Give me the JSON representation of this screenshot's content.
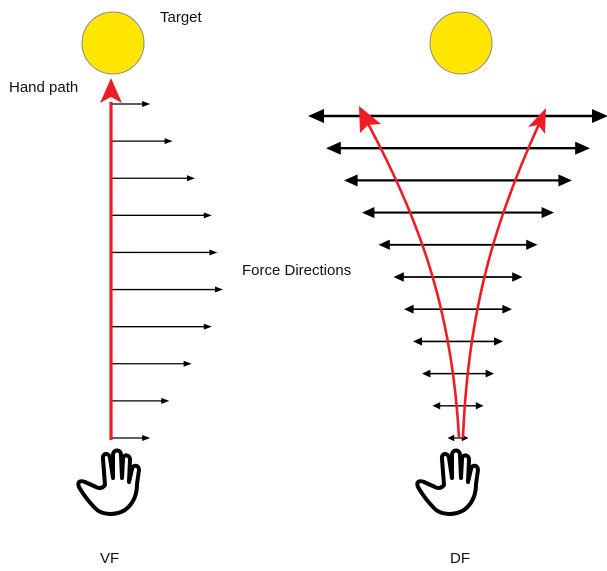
{
  "labels": {
    "target": "Target",
    "hand_path": "Hand path",
    "force_directions": "Force Directions",
    "left_panel": "VF",
    "right_panel": "DF"
  },
  "colors": {
    "target_fill": "#ffe600",
    "target_stroke": "#8a8a8a",
    "hand_path": "#ee1c25",
    "force_arrow": "#000000",
    "hand_outline": "#000000"
  },
  "icons": {
    "target": "yellow-circle",
    "hand": "open-hand-outline"
  },
  "panels": {
    "vf": {
      "name": "VF",
      "force_type": "velocity-dependent, one-directional rightward",
      "force_magnitudes": [
        0.35,
        0.55,
        0.75,
        0.9,
        0.95,
        1.0,
        0.9,
        0.72,
        0.52,
        0.35
      ],
      "hand_paths": 1
    },
    "df": {
      "name": "DF",
      "force_type": "divergent, bidirectional",
      "force_magnitudes": [
        1.0,
        0.88,
        0.76,
        0.64,
        0.53,
        0.43,
        0.36,
        0.3,
        0.24,
        0.17,
        0.07
      ],
      "hand_paths": 2
    }
  }
}
